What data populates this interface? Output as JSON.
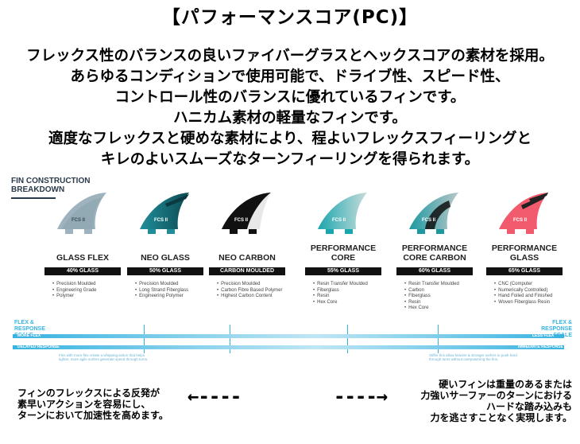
{
  "title": "【パフォーマンスコア(PC)】",
  "intro": [
    "フレックス性のバランスの良いファイバーグラスとヘックスコアの素材を採用。",
    "あらゆるコンディションで使用可能で、ドライブ性、スピード性、",
    "コントロール性のバランスに優れているフィンです。",
    "ハニカム素材の軽量なフィンです。",
    "適度なフレックスと硬めな素材により、程よいフレックスフィーリングと",
    "キレのよいスムーズなターンフィーリングを得られます。"
  ],
  "breakdown": {
    "line1": "FIN CONSTRUCTION",
    "line2": "BREAKDOWN"
  },
  "fins": [
    {
      "name": "GLASS FLEX",
      "badge": "40% GLASS",
      "logo": "FCS II",
      "specs": [
        "Precision Moulded",
        "Engineering Grade",
        "Polymer"
      ],
      "colors": {
        "base": "#9eb3bd",
        "accent": "#8aa3ad"
      }
    },
    {
      "name": "NEO GLASS",
      "badge": "50% GLASS",
      "logo": "FCS II",
      "specs": [
        "Precision Moulded",
        "Long Strand Fiberglass",
        "Engineering Polymer"
      ],
      "colors": {
        "base": "#1f8e99",
        "accent": "#0d4a52"
      }
    },
    {
      "name": "NEO CARBON",
      "badge": "CARBON MOULDED",
      "logo": "FCS II",
      "specs": [
        "Precision Moulded",
        "Carbon Fibre Based Polymer",
        "Highest Carbon Content"
      ],
      "colors": {
        "base": "#111111",
        "accent": "#e8e8e8"
      }
    },
    {
      "name": "PERFORMANCE CORE",
      "badge": "55% GLASS",
      "logo": "FCS II",
      "specs": [
        "Resin Transfer Moulded",
        "Fiberglass",
        "Resin",
        "Hex Core"
      ],
      "colors": {
        "base": "#1aa6ad",
        "accent": "#c9dcdc"
      }
    },
    {
      "name": "PERFORMANCE CORE CARBON",
      "badge": "60% GLASS",
      "logo": "FCS II",
      "specs": [
        "Resin Transfer Moulded",
        "Carbon",
        "Fiberglass",
        "Resin",
        "Hex Core"
      ],
      "colors": {
        "base": "#1d9aa1",
        "accent": "#b8c6c8"
      }
    },
    {
      "name": "PERFORMANCE GLASS",
      "badge": "65% GLASS",
      "logo": "FCS II",
      "specs": [
        "CNC (Computer",
        "Numerically Controlled)",
        "Hand Foiled and Finished",
        "Woven Fiberglass Resin"
      ],
      "colors": {
        "base": "#f25b6e",
        "accent": "#222222"
      }
    }
  ],
  "scale": {
    "left_title": "FLEX & RESPONSE SCALE",
    "right_title": "FLEX & RESPONSE SCALE",
    "more_flex": "MORE FLEX",
    "less_flex": "LESS FLEX",
    "delayed_response": "DELAYED RESPONSE",
    "immediate_response": "IMMEDIATE RESPONSE",
    "left_note": "Fins with more flex create a whipping action that helps tighter, more agile surfers generate speed through turns.",
    "right_note": "Stiffer fins allow heavier & stronger surfers to push hard through turns without overpowering the fins.",
    "color": "#38b3e0"
  },
  "note_left": [
    "フィンのフレックスによる反発が",
    "素早いアクションを容易にし、",
    "ターンにおいて加速性を高めます。"
  ],
  "note_right": [
    "硬いフィンは重量のあるまたは",
    "力強いサーファーのターンにおける",
    "ハードな踏み込みも",
    "力を逃さすことなく実現します。"
  ],
  "arrow_left": "←----",
  "arrow_right": "----→"
}
